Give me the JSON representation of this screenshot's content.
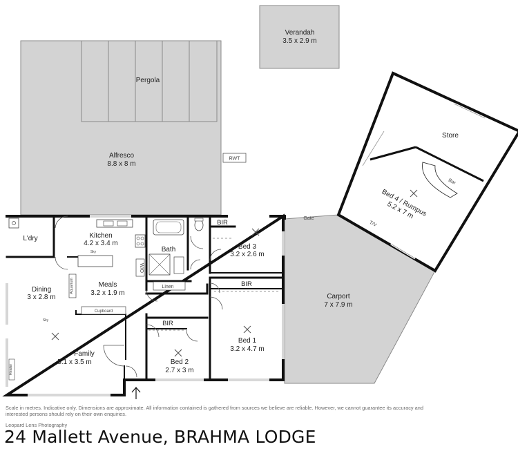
{
  "rooms": {
    "verandah": {
      "name": "Verandah",
      "dims": "3.5 x 2.9 m"
    },
    "pergola": {
      "name": "Pergola"
    },
    "alfresco": {
      "name": "Alfresco",
      "dims": "8.8 x 8 m"
    },
    "store": {
      "name": "Store"
    },
    "bed4": {
      "name": "Bed 4 / Rumpus",
      "dims": "5.2 x 7 m"
    },
    "laundry": {
      "name": "L'dry"
    },
    "kitchen": {
      "name": "Kitchen",
      "dims": "4.2 x 3.4 m"
    },
    "bath": {
      "name": "Bath"
    },
    "bed3": {
      "name": "Bed 3",
      "dims": "3.2 x 2.6 m"
    },
    "dining": {
      "name": "Dining",
      "dims": "3 x 2.8 m"
    },
    "meals": {
      "name": "Meals",
      "dims": "3.2 x 1.9 m"
    },
    "carport": {
      "name": "Carport",
      "dims": "7 x 7.9 m"
    },
    "family": {
      "name": "Family",
      "dims": "5.1 x 3.5 m"
    },
    "bed2": {
      "name": "Bed 2",
      "dims": "2.7 x 3 m"
    },
    "bed1": {
      "name": "Bed 1",
      "dims": "3.2 x 4.7 m"
    }
  },
  "fixtures": {
    "rwt": "RWT",
    "gate": "Gate",
    "bar": "Bar",
    "linen": "Linen",
    "wo": "W/O",
    "aquarium": "Aquarium",
    "cupboard": "Cupboard",
    "sky1": "Sky",
    "sky2": "Sky",
    "heater": "Heater",
    "bir_bed3": "BIR",
    "bir_bed1": "BIR",
    "bir_bed2": "BIR",
    "tv": "T/V"
  },
  "footer": {
    "disclaimer": "Scale in metres. Indicative only. Dimensions are approximate. All information contained is gathered from sources we believe are reliable. However, we cannot guarantee its accuracy and interested persons should rely on their own enquiries.",
    "credit": "Leopard Lens Photography",
    "address": "24 Mallett Avenue, BRAHMA LODGE"
  }
}
